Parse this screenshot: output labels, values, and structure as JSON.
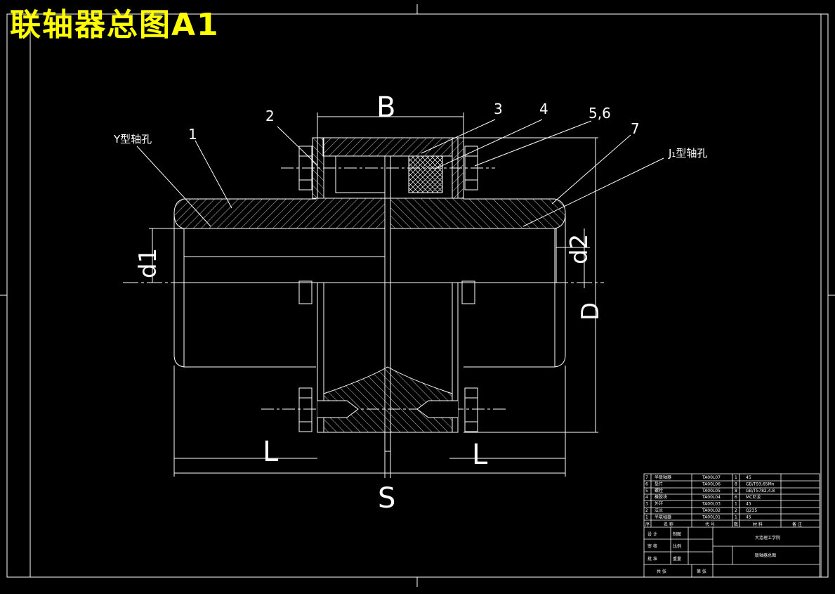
{
  "title": "联轴器总图A1",
  "labels": {
    "dim_B": "B",
    "dim_S": "S",
    "dim_L_left": "L",
    "dim_L_right": "L",
    "dim_d1": "d1",
    "dim_d2": "d2",
    "dim_D": "D",
    "part_1": "1",
    "part_2": "2",
    "part_3": "3",
    "part_4": "4",
    "part_56": "5,6",
    "part_7": "7",
    "y_bore": "Y型轴孔",
    "j1_bore": "J₁型轴孔"
  },
  "parts_list": [
    {
      "no": "7",
      "name": "半联轴器",
      "code": "TA00L07",
      "qty": "1",
      "material": "45"
    },
    {
      "no": "6",
      "name": "垫片",
      "code": "TA00L06",
      "qty": "8",
      "material": "GB/T93,65Mn"
    },
    {
      "no": "5",
      "name": "螺栓",
      "code": "TA00L05",
      "qty": "8",
      "material": "GB/T5782,4.8"
    },
    {
      "no": "4",
      "name": "橡胶块",
      "code": "TA00L04",
      "qty": "6",
      "material": "MC尼龙"
    },
    {
      "no": "3",
      "name": "外环",
      "code": "TA00L03",
      "qty": "1",
      "material": "45"
    },
    {
      "no": "2",
      "name": "法兰",
      "code": "TA00L02",
      "qty": "2",
      "material": "Q235"
    },
    {
      "no": "1",
      "name": "半联轴器",
      "code": "TA00L01",
      "qty": "1",
      "material": "45"
    }
  ],
  "parts_header": {
    "c0": "序",
    "c1": "名 称",
    "c2": "代 号",
    "c3": "数",
    "c4": "材 料",
    "c5": "备 注"
  },
  "title_block": {
    "design": "设 计",
    "check": "审 核",
    "approve": "批 准",
    "drawing": "制图",
    "scale": "比例",
    "weight": "重量",
    "school": "大连理工学院",
    "name": "联轴器总图",
    "sheet": "共 张",
    "page": "第 张"
  },
  "colors": {
    "line": "#ffffff",
    "title": "#ffff00",
    "background": "#000000"
  }
}
